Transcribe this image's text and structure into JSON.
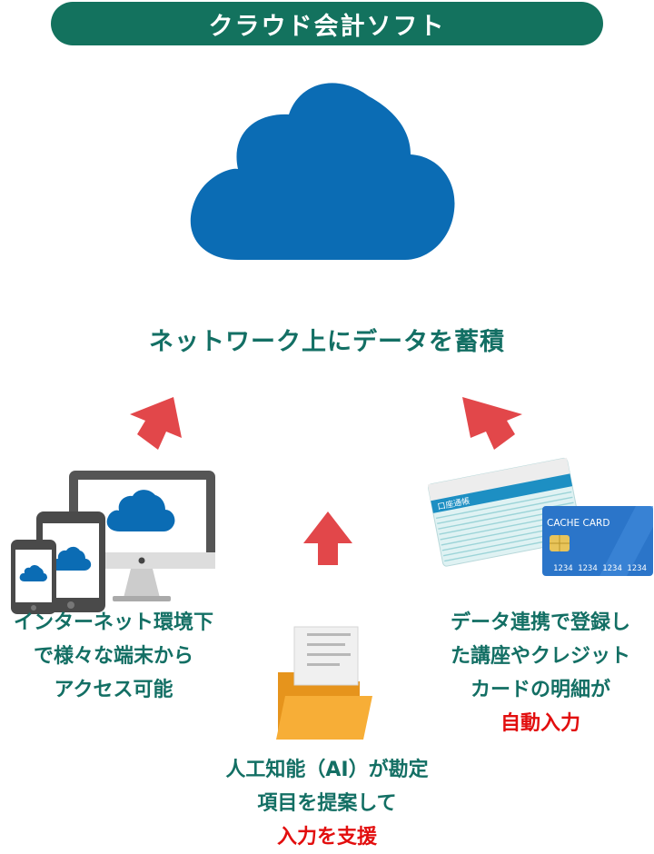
{
  "title": "クラウド会計ソフト",
  "cloud_caption": "ネットワーク上にデータを蓄積",
  "devices_caption": [
    "インターネット環境下",
    "で様々な端末から",
    "アクセス可能"
  ],
  "folder_caption": [
    "人工知能（AI）が勘定",
    "項目を提案して"
  ],
  "folder_highlight": "入力を支援",
  "cards_caption": [
    "データ連携で登録し",
    "た講座やクレジット",
    "カードの明細が"
  ],
  "cards_highlight": "自動入力",
  "bankbook_label": "口座通帳",
  "card_label": "CACHE CARD",
  "card_number": "1234 1234 1234 1234",
  "icons": [
    "cloud-icon",
    "arrow-up-icon",
    "monitor-icon",
    "tablet-icon",
    "smartphone-icon",
    "folder-icon",
    "bankbook-icon",
    "cash-card-icon"
  ],
  "colors": {
    "accent": "#13725e",
    "cloud": "#0b6cb4",
    "arrow": "#e2474a",
    "highlight": "#e20e0e",
    "folder": "#f7ae37"
  }
}
